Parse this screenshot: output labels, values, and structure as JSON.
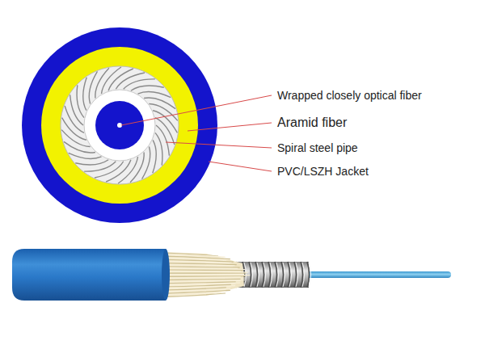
{
  "diagram": {
    "labels": [
      "Wrapped closely optical fiber",
      "Aramid fiber",
      "Spiral steel pipe",
      "PVC/LSZH Jacket"
    ]
  }
}
